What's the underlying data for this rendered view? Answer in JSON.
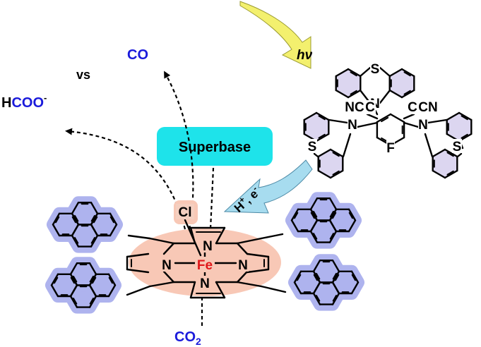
{
  "products": {
    "co": "CO",
    "vs": "vs",
    "formate_h": "H",
    "formate_coo": "COO",
    "formate_charge": "-"
  },
  "reactant": {
    "co2_main": "CO",
    "co2_sub": "2"
  },
  "superbase": {
    "label": "Superbase",
    "box_color": "#1ee3ea"
  },
  "light": {
    "h": "h",
    "nu": "ν"
  },
  "transfer": {
    "h": "H",
    "h_sup": "+",
    "sep": ", e",
    "e_sup": "-"
  },
  "catalyst": {
    "metal": "Fe",
    "axial_ligand": "Cl",
    "nitrogen": "N",
    "halo_color": "#f8c8b6",
    "pyrene_halo_color": "#aeb3ee"
  },
  "photocatalyst": {
    "sulfur": "S",
    "nitrogen": "N",
    "nitrile_left": "NC",
    "nitrile_right": "CN",
    "carbon_left": "C",
    "carbon_right": "C",
    "fluorine": "F",
    "ring_fill": "#dcd6f0"
  },
  "colors": {
    "product_blue": "#1a1adb",
    "metal_red": "#e0181a",
    "arrow_yellow": "#f3f06e",
    "arrow_blue": "#a7dcef"
  }
}
